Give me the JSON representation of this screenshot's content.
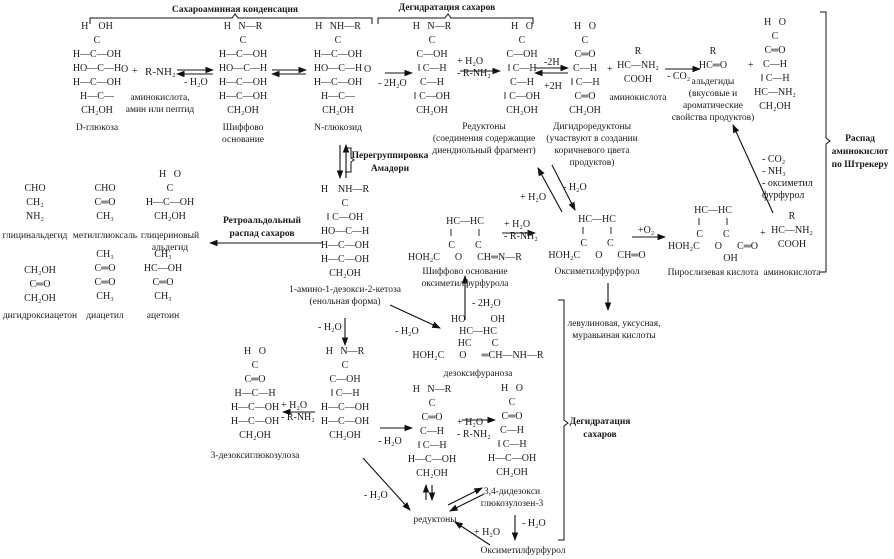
{
  "headings": {
    "sugar_amine_condensation": "Сахароаминная конденсация",
    "sugar_dehydration_top": "Дегидратация сахаров",
    "strecker_degradation": "Распад\nаминокислот\nпо Штрекеру",
    "amadori_rearrangement": "Перегруппировка\nАмадори",
    "retroaldol": "Ретроальдольный\nраспад сахаров",
    "sugar_dehydration_bottom": "Дегидратация\nсахаров"
  },
  "molecules": [
    {
      "key": "d_glucose",
      "lines": [
        "H    OH",
        "C",
        "H—C—OH",
        "HO—C—H",
        "H—C—OH",
        "H—C—",
        "CH₂OH"
      ],
      "name": "D-глюкоза"
    },
    {
      "key": "schiff_base",
      "lines": [
        "H   N—R",
        "C",
        "H—C—OH",
        "HO—C—H",
        "H—C—OH",
        "H—C—OH",
        "CH₂OH"
      ],
      "name": "Шиффово\nоснование"
    },
    {
      "key": "n_glucoside",
      "lines": [
        "H   NH—R",
        "C",
        "H—C—OH",
        "HO—C—H",
        "H—C—OH",
        "H—C—",
        "CH₂OH"
      ],
      "name": "N-глюкозид"
    },
    {
      "key": "enaminol",
      "lines": [
        "H   N—R",
        "C",
        "C—OH",
        "‖ C—H",
        "C—H",
        "‖ C—OH",
        "CH₂OH"
      ],
      "name": ""
    },
    {
      "key": "reductone",
      "lines": [
        "H   O",
        "C",
        "C—OH",
        "‖ C—H",
        "C—H",
        "‖ C—OH",
        "CH₂OH"
      ],
      "name": "Редуктоны\n(соединения содержащие\nдиендиольный фрагмент)"
    },
    {
      "key": "dihydroreductone",
      "lines": [
        "H   O",
        "C",
        "C═O",
        "C—H",
        "‖ C—H",
        "C═O",
        "CH₂OH"
      ],
      "name": "Дигидроредуктоны\n(участвуют в создании\nкоричневого цвета\nпродуктов)"
    },
    {
      "key": "amino_acid_1",
      "lines": [
        "R",
        "HC—NH₂",
        "COOH"
      ],
      "name": "аминокислота"
    },
    {
      "key": "aldehyde",
      "lines": [
        "R",
        "HC═O"
      ],
      "name": "альдегиды\n(вкусовые и\nароматические\nсвойства продуктов)"
    },
    {
      "key": "strecker_product",
      "lines": [
        "H   O",
        "C",
        "C═O",
        "C—H",
        "‖ C—H",
        "HC—NH₂",
        "CH₂OH"
      ],
      "name": ""
    },
    {
      "key": "amadori_ketose",
      "lines": [
        "H    NH—R",
        "C",
        "‖ C—OH",
        "HO—C—H",
        "H—C—OH",
        "H—C—OH",
        "CH₂OH"
      ],
      "name": "1-амино-1-дезокси-2-кетоза\n(енольная форма)"
    },
    {
      "key": "glycinal",
      "lines": [
        "CHO",
        "CH₂",
        "NH₂"
      ],
      "name": "глицинальдегид"
    },
    {
      "key": "methylglyoxal",
      "lines": [
        "CHO",
        "C═O",
        "CH₃"
      ],
      "name": "метилглиоксаль"
    },
    {
      "key": "glyceraldehyde",
      "lines": [
        "H   O",
        "C",
        "H—C—OH",
        "CH₂OH"
      ],
      "name": "глицериновый\nальдегид"
    },
    {
      "key": "dihydroxyacetone",
      "lines": [
        "CH₂OH",
        "C═O",
        "CH₂OH"
      ],
      "name": "дигидроксиацетон"
    },
    {
      "key": "diacetyl",
      "lines": [
        "CH₃",
        "C═O",
        "C═O",
        "CH₃"
      ],
      "name": "диацетил"
    },
    {
      "key": "acetoin",
      "lines": [
        "CH₃",
        "HC—OH",
        "C═O",
        "CH₃"
      ],
      "name": "ацетоин"
    },
    {
      "key": "hmf_schiff",
      "lines": [
        "HC—HC",
        "‖          ‖",
        "C        C",
        "HOH₂C      O      CH═N—R"
      ],
      "name": "Шиффово основание\nоксиметилфурфурола"
    },
    {
      "key": "hmf",
      "lines": [
        "HC—HC",
        "‖          ‖",
        "C        C",
        "HOH₂C      O      CH═O"
      ],
      "name": "Оксиметилфурфурол"
    },
    {
      "key": "pyromucic_acid",
      "lines": [
        "HC—HC",
        "‖          ‖",
        "C        C",
        "HOH₂C      O      C═O",
        "              OH"
      ],
      "name": "Пирослизевая кислота"
    },
    {
      "key": "amino_acid_2",
      "lines": [
        "R",
        "HC—NH₂",
        "COOH"
      ],
      "name": "аминокислота"
    },
    {
      "key": "deoxyfuranose",
      "lines": [
        "HO          OH",
        "HC—HC",
        "HC        C",
        "HOH₂C      O      ═CH—NH—R"
      ],
      "name": "дезоксифураноза"
    },
    {
      "key": "deoxyglucosulose",
      "lines": [
        "H   O",
        "C",
        "C═O",
        "H—C—H",
        "H—C—OH",
        "H—C—OH",
        "CH₂OH"
      ],
      "name": "3-дезоксиглюкозулоза"
    },
    {
      "key": "enamine_3",
      "lines": [
        "H   N—R",
        "C",
        "C—OH",
        "‖ C—H",
        "H—C—OH",
        "H—C—OH",
        "CH₂OH"
      ],
      "name": ""
    },
    {
      "key": "imine_34",
      "lines": [
        "H   N—R",
        "C",
        "C═O",
        "C—H",
        "‖ C—H",
        "H—C—OH",
        "CH₂OH"
      ],
      "name": ""
    },
    {
      "key": "dideoxy_glucosulosene",
      "lines": [
        "H   O",
        "C",
        "C═O",
        "C—H",
        "‖ C—H",
        "H—C—OH",
        "CH₂OH"
      ],
      "name": "3,4-дидезокси\nглюкозулозен-3"
    }
  ],
  "labels": {
    "amine_reagent": "R-NH₂",
    "amine_reagent_name": "аминокислота,\nамин или пептид",
    "ring_oxygen_1": "O",
    "ring_oxygen_2": "O",
    "plus_1": "+",
    "plus_2": "+",
    "plus_3": "+",
    "plus_4": "+",
    "acids": "левулиновая, уксусная,\nмуравьиная кислоты",
    "reductones_bottom": "редуктоны",
    "hmf_bottom": "Оксиметилфурфурол"
  },
  "conditions": {
    "c_glc_schiff": "- H₂O",
    "c_n_enaminol": "- 2H₂O",
    "c_hydrolysis_top": "+ H₂O\n- R-NH₂",
    "c_redox": "-2H\n\n+2H",
    "c_decarb": "- CO₂",
    "c_strecker": "- CO₂\n- NH₃\n  - оксиметил\n    фурфурол",
    "c_red_hmf_minus": "- H₂O",
    "c_red_hmf_plus": "+ H₂O",
    "c_schiff_hmf": "+ H₂O\n- R-NH₂",
    "c_oxidation": "+O₂",
    "c_furanose_schiff": "- 2H₂O",
    "c_amadori_down": "- H₂O",
    "c_amadori_furanose": "- H₂O",
    "c_to_deoxyglucosulose": "+ H₂O\n- R-NH₂",
    "c_enamine_imine": "- H₂O",
    "c_imine_dideoxy": "+ H₂O\n- R-NH₂",
    "c_enamine_reductones": "- H₂O",
    "c_dideoxy_hmf": "- H₂O",
    "c_hmf_reductones": "+ H₂O"
  }
}
